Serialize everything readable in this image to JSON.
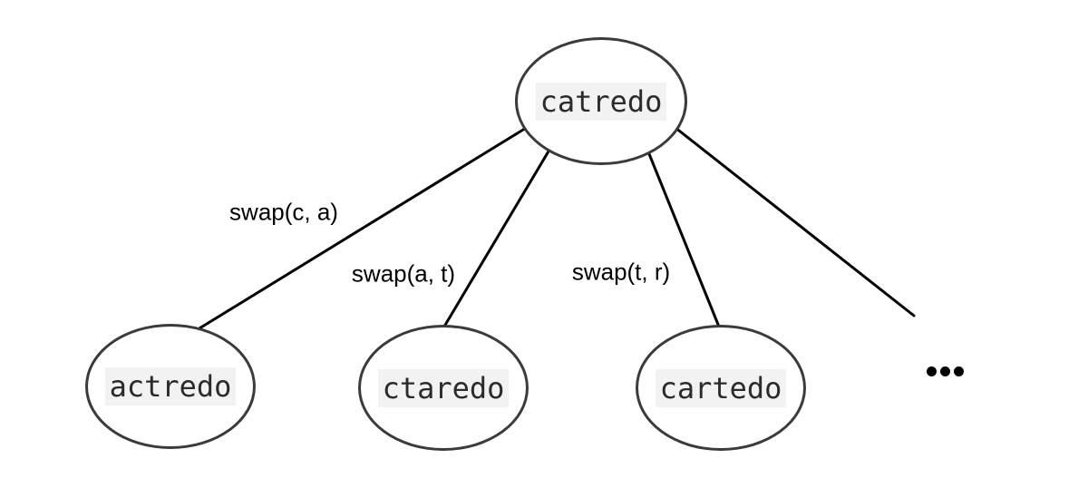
{
  "diagram": {
    "type": "tree",
    "root": {
      "label": "catredo"
    },
    "children": [
      {
        "label": "actredo"
      },
      {
        "label": "ctaredo"
      },
      {
        "label": "cartedo"
      }
    ],
    "edges": [
      {
        "from": "catredo",
        "to": "actredo",
        "label": "swap(c, a)"
      },
      {
        "from": "catredo",
        "to": "ctaredo",
        "label": "swap(a, t)"
      },
      {
        "from": "catredo",
        "to": "cartedo",
        "label": "swap(t, r)"
      },
      {
        "from": "catredo",
        "to": "ellipsis",
        "label": ""
      }
    ],
    "ellipsis": "..."
  },
  "colors": {
    "node_stroke": "#3b3b3b",
    "edge_line": "#000000",
    "node_text": "#2b2b2b",
    "node_text_background": "#f2f2f2",
    "edge_label_text": "#000000",
    "background": "#ffffff"
  }
}
